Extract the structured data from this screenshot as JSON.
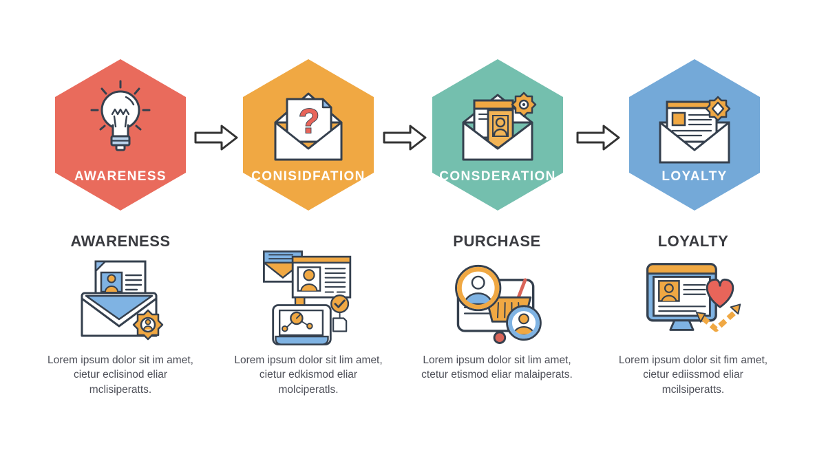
{
  "funnel": {
    "stages": [
      {
        "label": "AWARENESS",
        "color": "#E96B5C",
        "icon": "lightbulb-icon"
      },
      {
        "label": "CONISIDFATION",
        "color": "#F0A843",
        "icon": "open-envelope-question-icon"
      },
      {
        "label": "CONSDERATION",
        "color": "#74BFAE",
        "icon": "open-envelope-documents-gear-icon"
      },
      {
        "label": "LOYALTY",
        "color": "#74A9D8",
        "icon": "envelope-newsletter-badge-icon"
      }
    ],
    "connector_icon": "right-arrow-icon"
  },
  "details": [
    {
      "heading": "AWARENESS",
      "icon": "email-profile-gear-icon",
      "description": "Lorem ipsum dolor sit im amet, cietur eclisinod eliar mclisiperatts."
    },
    {
      "heading": "",
      "icon": "email-analytics-check-icon",
      "description": "Lorem ipsum dolor sit lim amet, cietur edkismod eliar molciperatls."
    },
    {
      "heading": "PURCHASE",
      "icon": "shopping-basket-users-icon",
      "description": "Lorem ipsum dolor sit lim amet, ctetur etismod eliar malaiperats."
    },
    {
      "heading": "LOYALTY",
      "icon": "monitor-heart-growth-icon",
      "description": "Lorem ipsum dolor sit fim amet, cietur ediissmod eliar mcilsiperatts."
    }
  ],
  "palette": {
    "outline": "#35404e",
    "orange": "#F0A843",
    "blue": "#7FB3E3",
    "coral": "#E8655A",
    "red": "#D96459"
  }
}
